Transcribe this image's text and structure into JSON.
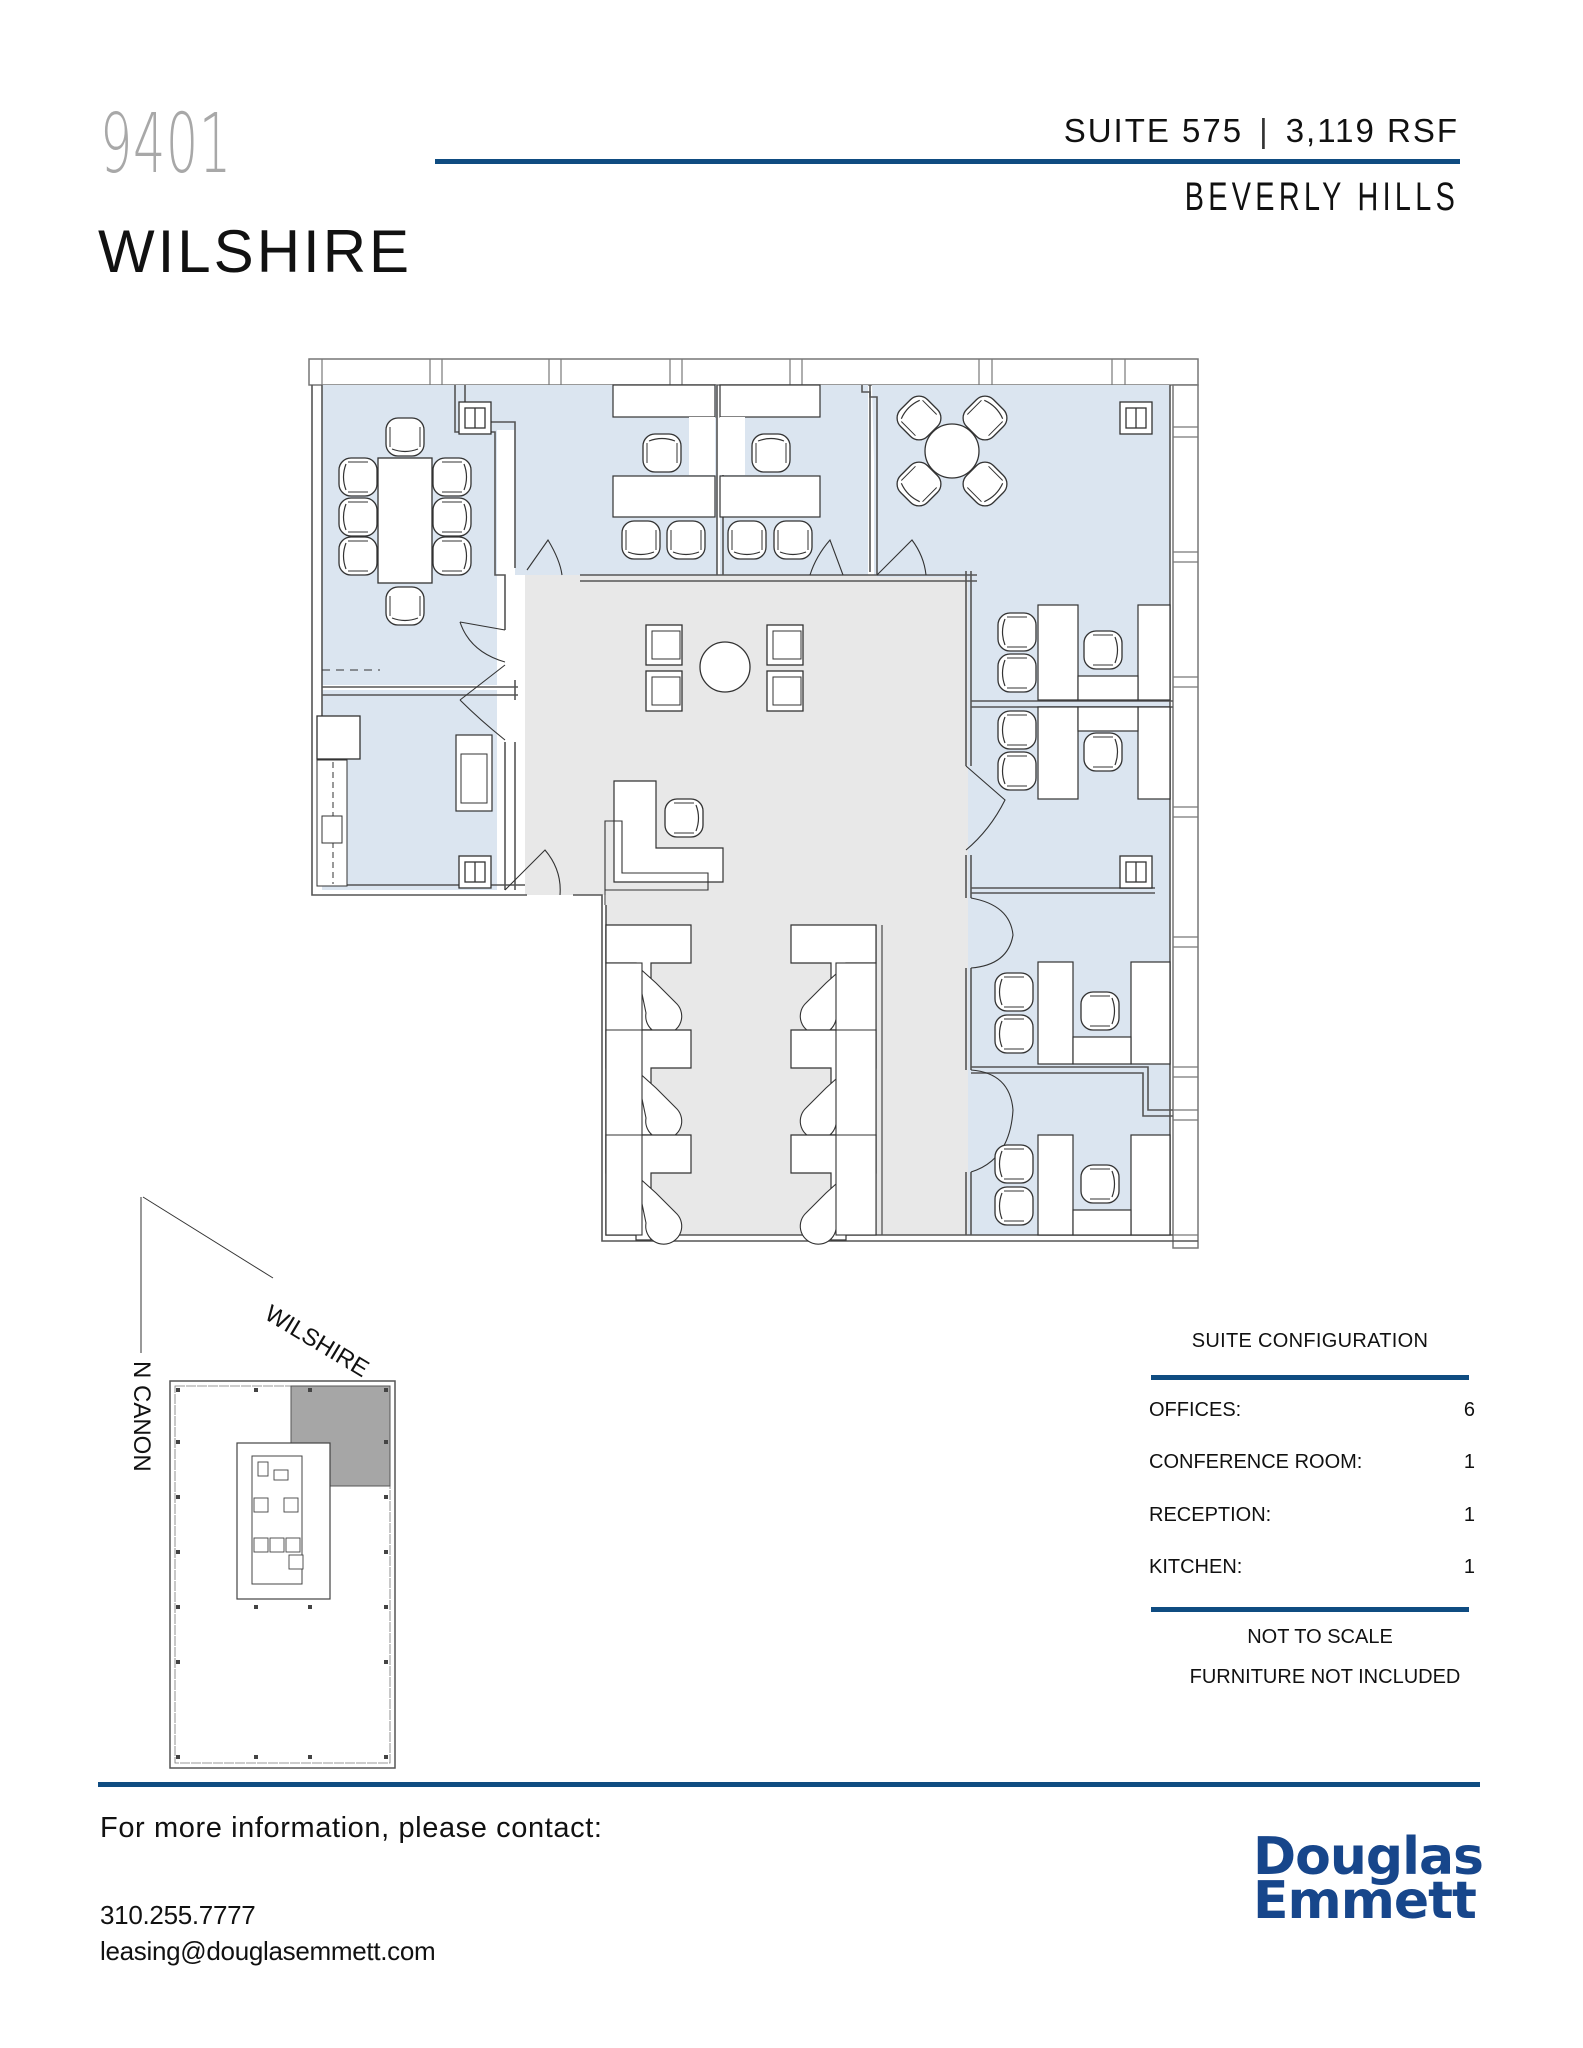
{
  "header": {
    "building_number": "9401",
    "building_street": "WILSHIRE",
    "suite": "SUITE 575",
    "separator": "|",
    "area": "3,119 RSF",
    "city": "BEVERLY HILLS"
  },
  "keyplan": {
    "street_1": "WILSHIRE",
    "street_2": "N CANON"
  },
  "suite_configuration": {
    "title": "SUITE CONFIGURATION",
    "rows": [
      {
        "label": "OFFICES:",
        "value": "6"
      },
      {
        "label": "CONFERENCE ROOM:",
        "value": "1"
      },
      {
        "label": "RECEPTION:",
        "value": "1"
      },
      {
        "label": "KITCHEN:",
        "value": "1"
      }
    ],
    "notes": [
      "NOT TO SCALE",
      "FURNITURE NOT INCLUDED"
    ]
  },
  "footer": {
    "contact_title": "For more information, please contact:",
    "phone": "310.255.7777",
    "email": "leasing@douglasemmett.com",
    "logo_line_1": "Douglas",
    "logo_line_2": "Emmett"
  },
  "colors": {
    "accent_blue": "#0f4c81",
    "office_fill": "#dbe5f0",
    "common_fill": "#e8e8e8",
    "keyplan_suite_fill": "#a6a6a6",
    "logo_blue": "#17468b"
  }
}
